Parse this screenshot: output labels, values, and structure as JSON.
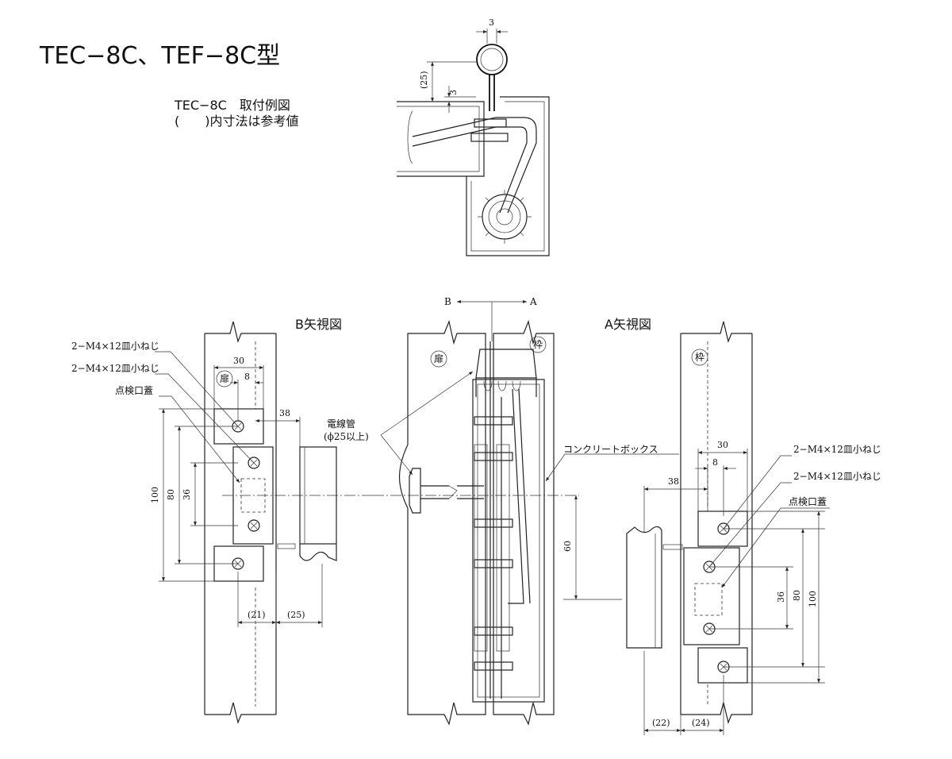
{
  "header": {
    "title": "TEC−8C、TEF−8C型",
    "install_example": "TEC−8C　取付例図",
    "ref_note": "(　　)内寸法は参考値"
  },
  "views": {
    "b_view": "B矢視図",
    "a_view": "A矢視図",
    "arrow_b": "B",
    "arrow_a": "A"
  },
  "labels": {
    "door": "扉",
    "frame": "枠",
    "screw": "2−M4×12皿小ねじ",
    "inspection_lid": "点検口蓋",
    "conduit": "電線管",
    "conduit_size": "(ϕ25以上)",
    "concrete_box": "コンクリートボックス"
  },
  "dims": {
    "top_3a": "3",
    "top_25": "(25)",
    "top_3b": "3",
    "b_30": "30",
    "b_8": "8",
    "b_38": "38",
    "b_100": "100",
    "b_80": "80",
    "b_36": "36",
    "b_21": "(21)",
    "b_25": "(25)",
    "mid_60": "60",
    "a_30": "30",
    "a_8": "8",
    "a_38": "38",
    "a_36": "36",
    "a_80": "80",
    "a_100": "100",
    "a_22": "(22)",
    "a_24": "(24)"
  }
}
